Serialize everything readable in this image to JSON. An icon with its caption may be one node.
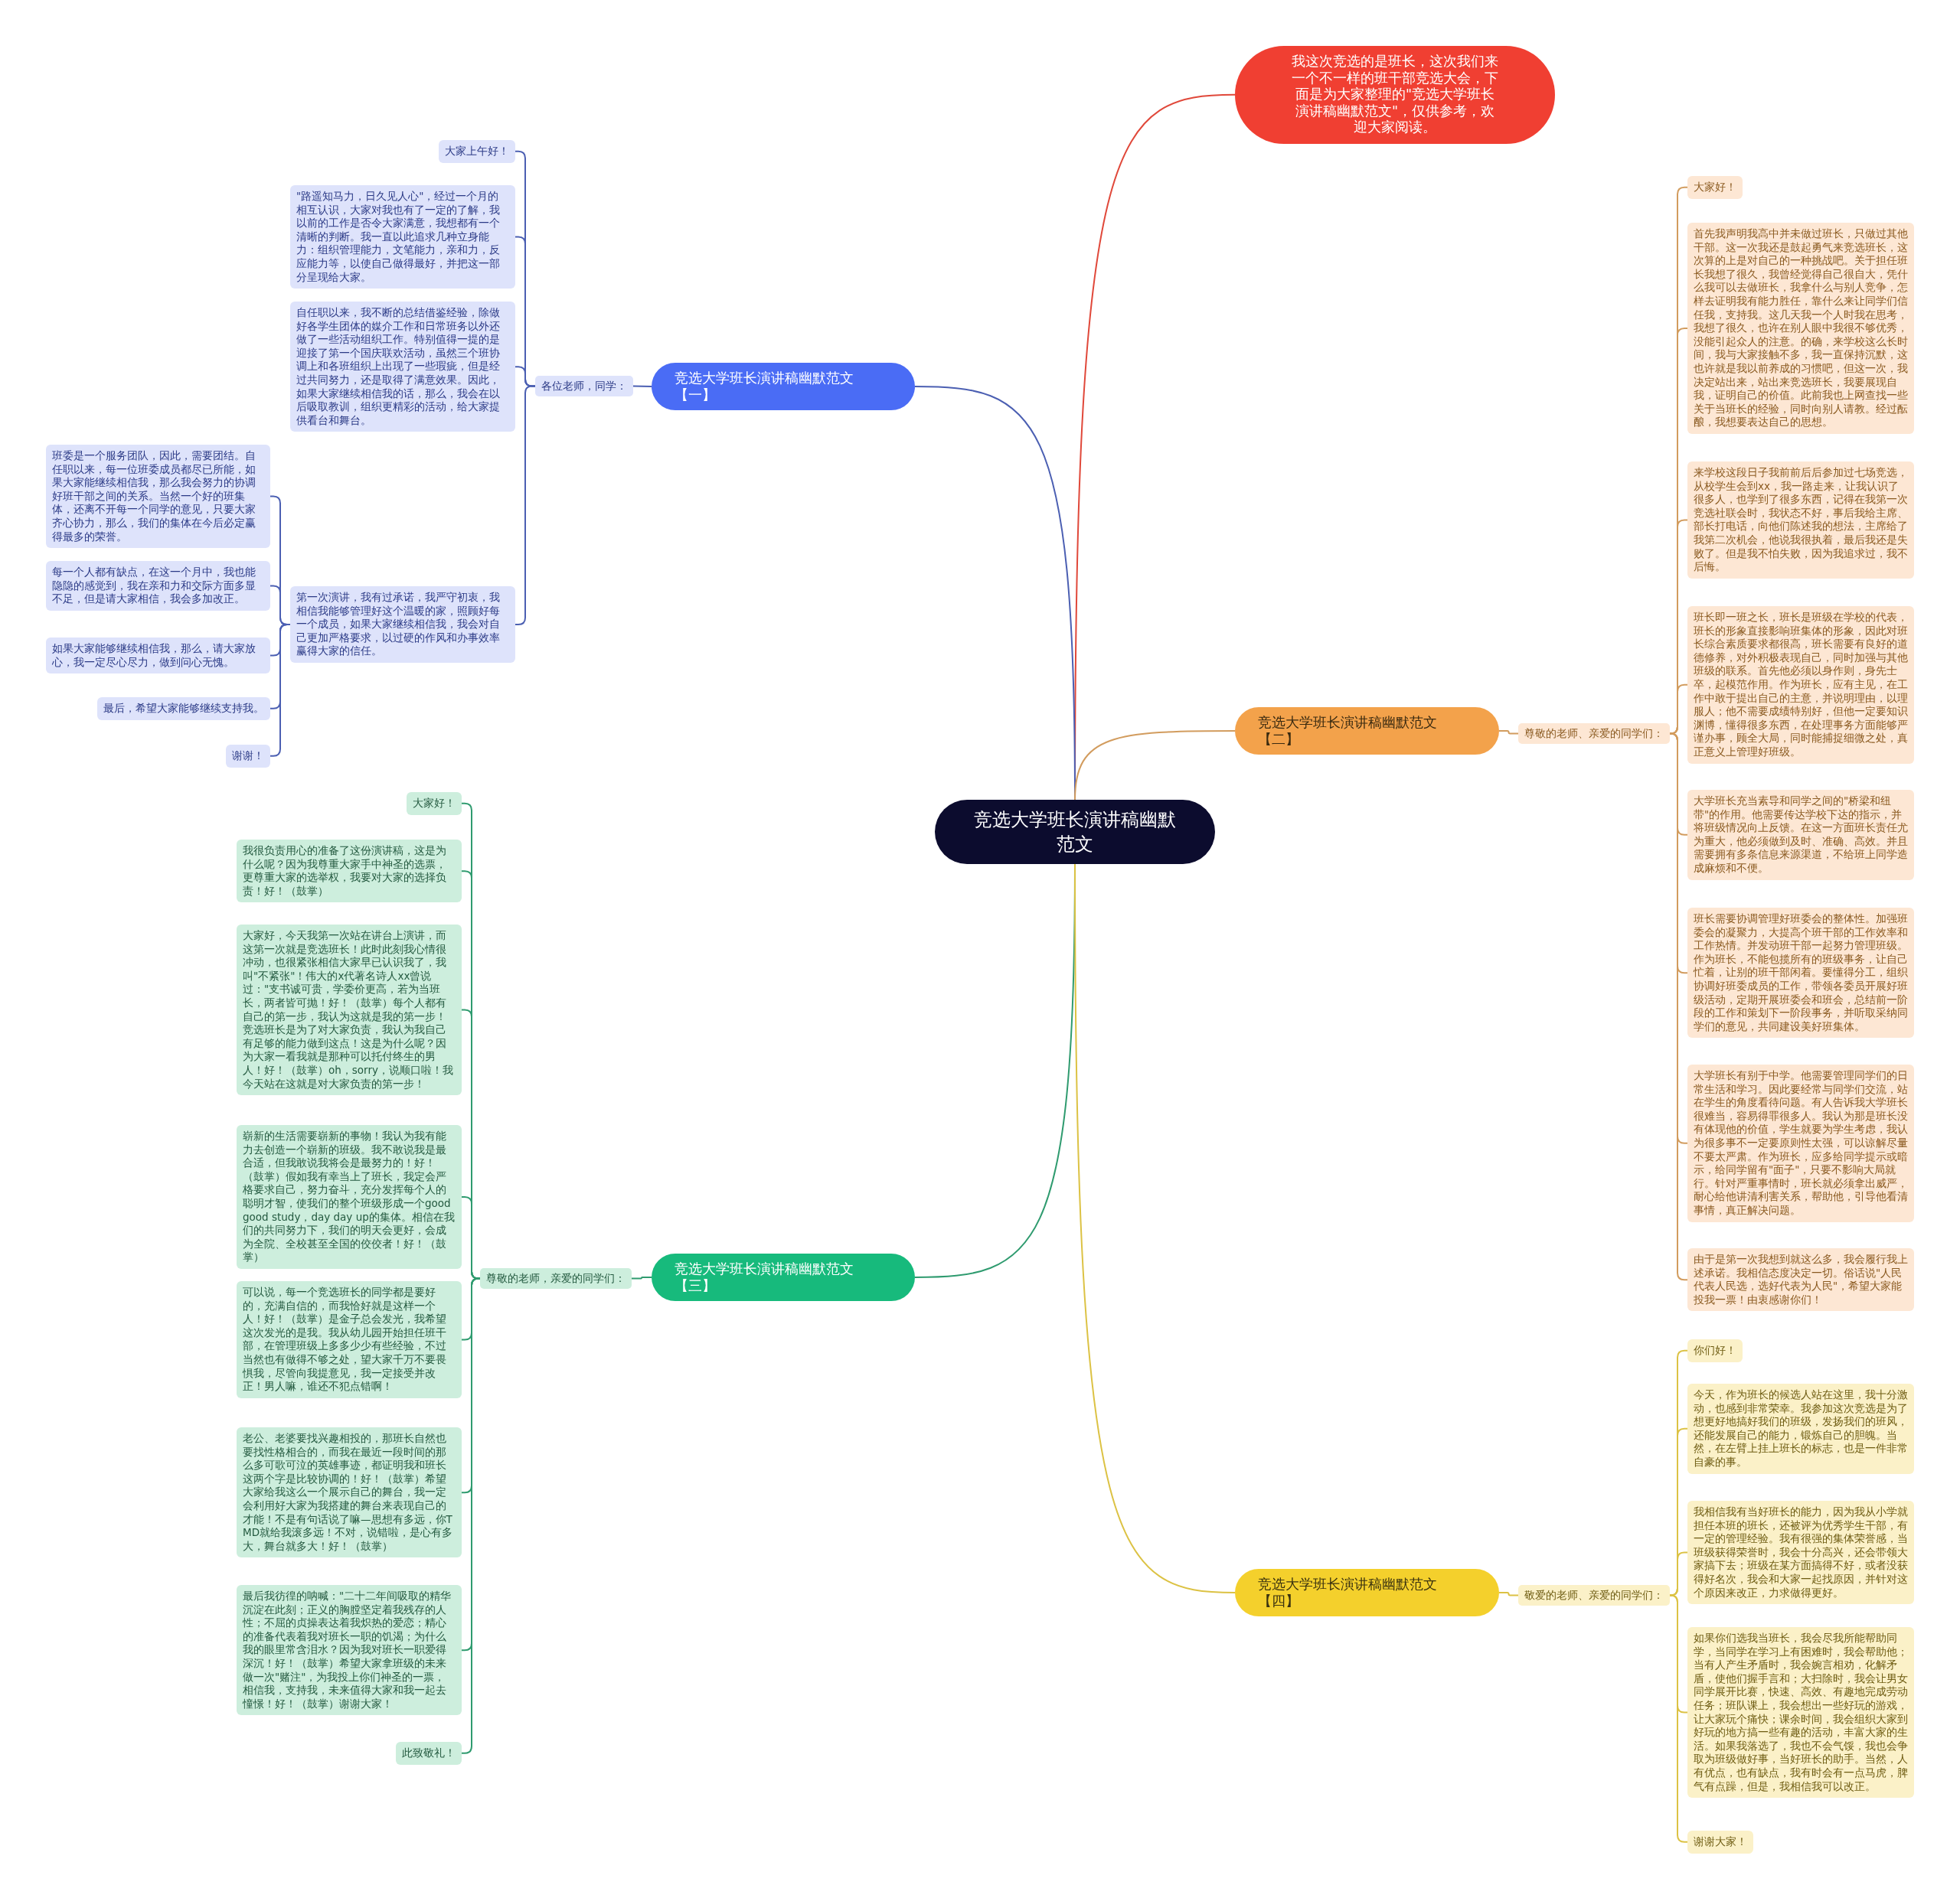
{
  "diagram": {
    "nodes": [
      {
        "text": [
          "竞选大学班长演讲稿幽默范文"
        ]
      },
      {
        "text": [
          "我这次竞选的是班长，这次我们来一个不一样的班干部竞选大会，下面是为大家整理的\"竞选大学班长演讲稿幽默范文\"，仅供参考，欢迎大家阅读。"
        ]
      },
      {
        "text": [
          "竞选大学班长演讲稿幽默范文【一】"
        ]
      },
      {
        "text": [
          "各位老师，同学："
        ]
      },
      {
        "text": [
          "大家上午好！"
        ]
      },
      {
        "text": [
          "\"路遥知马力，日久见人心\"，经过一个月的相互认识，大家对我也有了一定的了解，我以前的工作是否令大家满意，我想都有一个清晰的判断。我一直以此追求几种立身能力：组织管理能力，文笔能力，亲和力，反应能力等，以使自己做得最好，并把这一部分呈现给大家。"
        ]
      },
      {
        "text": [
          "自任职以来，我不断的总结借鉴经验，除做好各学生团体的媒介工作和日常班务以外还做了一些活动组织工作。特别值得一提的是迎接了第一个国庆联欢活动，虽然三个班协调上和各班组织上出现了一些瑕疵，但是经过共同努力，还是取得了满意效果。因此，如果大家继续相信我的话，那么，我会在以后吸取教训，组织更精彩的活动，给大家提供看台和舞台。"
        ]
      },
      {
        "text": [
          "第一次演讲，我有过承诺，我严守初衷，我相信我能够管理好这个温暖的家，照顾好每一个成员，如果大家继续相信我，我会对自己更加严格要求，以过硬的作风和办事效率赢得大家的信任。"
        ]
      },
      {
        "text": [
          "班委是一个服务团队，因此，需要团结。自任职以来，每一位班委成员都尽已所能，如果大家能继续相信我，那么我会努力的协调好班干部之间的关系。当然一个好的班集体，还离不开每一个同学的意见，只要大家齐心协力，那么，我们的集体在今后必定赢得最多的荣誉。"
        ]
      },
      {
        "text": [
          "每一个人都有缺点，在这一个月中，我也能隐隐的感觉到，我在亲和力和交际方面多显不足，但是请大家相信，我会多加改正。"
        ]
      },
      {
        "text": [
          "如果大家能够继续相信我，那么，请大家放心，我一定尽心尽力，做到问心无愧。"
        ]
      },
      {
        "text": [
          "最后，希望大家能够继续支持我。"
        ]
      },
      {
        "text": [
          "谢谢！"
        ]
      },
      {
        "text": [
          "竞选大学班长演讲稿幽默范文【二】"
        ]
      },
      {
        "text": [
          "尊敬的老师、亲爱的同学们："
        ]
      },
      {
        "text": [
          "大家好！"
        ]
      },
      {
        "text": [
          "首先我声明我高中并未做过班长，只做过其他干部。这一次我还是鼓起勇气来竞选班长，这次算的上是对自己的一种挑战吧。关于担任班长我想了很久，我曾经觉得自己很自大，凭什么我可以去做班长，我拿什么与别人竞争，怎样去证明我有能力胜任，靠什么来让同学们信任我，支持我。这几天我一个人时我在思考，我想了很久，也许在别人眼中我很不够优秀，没能引起众人的注意。的确，来学校这么长时间，我与大家接触不多，我一直保持沉默，这也许就是我以前养成的习惯吧，但这一次，我决定站出来，站出来竞选班长，我要展现自我，证明自己的价值。此前我也上网查找一些关于当班长的经验，同时向别人请教。经过酝酿，我想要表达自己的思想。"
        ]
      },
      {
        "text": [
          "来学校这段日子我前前后后参加过七场竞选，从校学生会到xx，我一路走来，让我认识了很多人，也学到了很多东西，记得在我第一次竞选社联会时，我状态不好，事后我给主席、部长打电话，向他们陈述我的想法，主席给了我第二次机会，他说我很执着，最后我还是失败了。但是我不怕失败，因为我追求过，我不后悔。"
        ]
      },
      {
        "text": [
          "班长即一班之长，班长是班级在学校的代表，班长的形象直接影响班集体的形象，因此对班长综合素质要求都很高，班长需要有良好的道德修养，对外积极表现自己，同时加强与其他班级的联系。首先他必须以身作则，身先士卒，起模范作用。作为班长，应有主见，在工作中敢于提出自己的主意，并说明理由，以理服人；他不需要成绩特别好，但他一定要知识渊博，懂得很多东西，在处理事务方面能够严谨办事，顾全大局，同时能捕捉细微之处，真正意义上管理好班级。"
        ]
      },
      {
        "text": [
          "大学班长充当素导和同学之间的\"桥梁和纽带\"的作用。他需要传达学校下达的指示，并将班级情况向上反馈。在这一方面班长责任尤为重大，他必须做到及时、准确、高效。并且需要拥有多条信息来源渠道，不给班上同学造成麻烦和不便。"
        ]
      },
      {
        "text": [
          "班长需要协调管理好班委会的整体性。加强班委会的凝聚力，大提高个班干部的工作效率和工作热情。并发动班干部一起努力管理班级。作为班长，不能包揽所有的班级事务，让自己忙着，让别的班干部闲着。要懂得分工，组织协调好班委成员的工作，带领各委员开展好班级活动，定期开展班委会和班会，总结前一阶段的工作和策划下一阶段事务，并听取采纳同学们的意见，共同建设美好班集体。"
        ]
      },
      {
        "text": [
          "大学班长有别于中学。他需要管理同学们的日常生活和学习。因此要经常与同学们交流，站在学生的角度看待问题。有人告诉我大学班长很难当，容易得罪很多人。我认为那是班长没有体现他的价值，学生就要为学生考虑，我认为很多事不一定要原则性太强，可以谅解尽量不要太严肃。作为班长，应多给同学提示或暗示，给同学留有\"面子\"，只要不影响大局就行。针对严重事情时，班长就必须拿出威严，耐心给他讲清利害关系，帮助他，引导他看清事情，真正解决问题。"
        ]
      },
      {
        "text": [
          "由于是第一次我想到就这么多，我会履行我上述承诺。我相信态度决定一切。俗话说\"人民代表人民选，选好代表为人民\"，希望大家能投我一票！由衷感谢你们！"
        ]
      },
      {
        "text": [
          "竞选大学班长演讲稿幽默范文【三】"
        ]
      },
      {
        "text": [
          "尊敬的老师，亲爱的同学们："
        ]
      },
      {
        "text": [
          "大家好！"
        ]
      },
      {
        "text": [
          "我很负责用心的准备了这份演讲稿，这是为什么呢？因为我尊重大家手中神圣的选票，更尊重大家的选举权，我要对大家的选择负责！好！（鼓掌）"
        ]
      },
      {
        "text": [
          "大家好，今天我第一次站在讲台上演讲，而这第一次就是竞选班长！此时此刻我心情很冲动，也很紧张相信大家早已认识我了，我叫\"不紧张\"！伟大的x代著名诗人xx曾说过：\"支书诚可贵，学委价更高，若为当班长，两者皆可抛！好！（鼓掌）每个人都有自己的第一步，我认为这就是我的第一步！竞选班长是为了对大家负责，我认为我自己有足够的能力做到这点！这是为什么呢？因为大家一看我就是那种可以托付终生的男人！好！（鼓掌）oh，sorry，说顺口啦！我今天站在这就是对大家负责的第一步！"
        ]
      },
      {
        "text": [
          "崭新的生活需要崭新的事物！我认为我有能力去创造一个崭新的班级。我不敢说我是最合适，但我敢说我将会是最努力的！好！（鼓掌）假如我有幸当上了班长，我定会严格要求自己，努力奋斗，充分发挥每个人的聪明才智，使我们的整个班级形成一个good good study，day day up的集体。相信在我们的共同努力下，我们的明天会更好，会成为全院、全校甚至全国的佼佼者！好！（鼓掌）"
        ]
      },
      {
        "text": [
          "可以说，每一个竞选班长的同学都是要好的，充满自信的，而我恰好就是这样一个人！好！（鼓掌）是金子总会发光，我希望这次发光的是我。我从幼儿园开始担任班干部，在管理班级上多多少少有些经验，不过当然也有做得不够之处，望大家千万不要畏惧我，尽管向我提意见，我一定接受并改正！男人嘛，谁还不犯点错啊！"
        ]
      },
      {
        "text": [
          "老公、老婆要找兴趣相投的，那班长自然也要找性格相合的，而我在最近一段时间的那么多可歌可泣的英雄事迹，都证明我和班长这两个字是比较协调的！好！（鼓掌）希望大家给我这么一个展示自己的舞台，我一定会利用好大家为我搭建的舞台来表现自己的才能！不是有句话说了嘛—思想有多远，你TMD就给我滚多远！不对，说错啦，是心有多大，舞台就多大！好！（鼓掌）"
        ]
      },
      {
        "text": [
          "最后我彷徨的呐喊：\"二十二年间吸取的精华沉淀在此刻；正义的胸膛坚定着我残存的人性；不屈的贞操表达着我炽热的爱恋；精心的准备代表着我对班长一职的饥渴；为什么我的眼里常含泪水？因为我对班长一职爱得深沉！好！（鼓掌）希望大家拿班级的未来做一次\"赌注\"，为我投上你们神圣的一票，相信我，支持我，未来值得大家和我一起去憧憬！好！（鼓掌）谢谢大家！"
        ]
      },
      {
        "text": [
          "此致敬礼！"
        ]
      },
      {
        "text": [
          "竞选大学班长演讲稿幽默范文【四】"
        ]
      },
      {
        "text": [
          "敬爱的老师、亲爱的同学们："
        ]
      },
      {
        "text": [
          "你们好！"
        ]
      },
      {
        "text": [
          "今天，作为班长的候选人站在这里，我十分激动，也感到非常荣幸。我参加这次竞选是为了想更好地搞好我们的班级，发扬我们的班风，还能发展自己的能力，锻炼自己的胆魄。当然，在左臂上挂上班长的标志，也是一件非常自豪的事。"
        ]
      },
      {
        "text": [
          "我相信我有当好班长的能力，因为我从小学就担任本班的班长，还被评为优秀学生干部，有一定的管理经验。我有很强的集体荣誉感，当班级获得荣誉时，我会十分高兴，还会带领大家搞下去；班级在某方面搞得不好，或者没获得好名次，我会和大家一起找原因，并针对这个原因来改正，力求做得更好。"
        ]
      },
      {
        "text": [
          "如果你们选我当班长，我会尽我所能帮助同学，当同学在学习上有困难时，我会帮助他；当有人产生矛盾时，我会婉言相劝，化解矛盾，使他们握手言和；大扫除时，我会让男女同学展开比赛，快速、高效、有趣地完成劳动任务；班队课上，我会想出一些好玩的游戏，让大家玩个痛快；课余时间，我会组织大家到好玩的地方搞一些有趣的活动，丰富大家的生活。如果我落选了，我也不会气馁，我也会争取为班级做好事，当好班长的助手。当然，人有优点，也有缺点，我有时会有一点马虎，脾气有点躁，但是，我相信我可以改正。"
        ]
      },
      {
        "text": [
          "谢谢大家！"
        ]
      }
    ],
    "edges": [
      {
        "from": 0,
        "to": 1,
        "arrow": "none",
        "color": "#e0483a"
      },
      {
        "from": 0,
        "to": 2,
        "arrow": "none",
        "color": "#4b5fb2"
      },
      {
        "from": 2,
        "to": 3,
        "arrow": "none",
        "color": "#4b5fb2"
      },
      {
        "from": 3,
        "to": 4,
        "arrow": "none",
        "color": "#4b5fb2"
      },
      {
        "from": 3,
        "to": 5,
        "arrow": "none",
        "color": "#4b5fb2"
      },
      {
        "from": 3,
        "to": 6,
        "arrow": "none",
        "color": "#4b5fb2"
      },
      {
        "from": 3,
        "to": 7,
        "arrow": "none",
        "color": "#4b5fb2"
      },
      {
        "from": 7,
        "to": 8,
        "arrow": "none",
        "color": "#4b5fb2"
      },
      {
        "from": 7,
        "to": 9,
        "arrow": "none",
        "color": "#4b5fb2"
      },
      {
        "from": 7,
        "to": 10,
        "arrow": "none",
        "color": "#4b5fb2"
      },
      {
        "from": 7,
        "to": 11,
        "arrow": "none",
        "color": "#4b5fb2"
      },
      {
        "from": 7,
        "to": 12,
        "arrow": "none",
        "color": "#4b5fb2"
      },
      {
        "from": 0,
        "to": 13,
        "arrow": "none",
        "color": "#d29c5e"
      },
      {
        "from": 13,
        "to": 14,
        "arrow": "none",
        "color": "#d29c5e"
      },
      {
        "from": 14,
        "to": 15,
        "arrow": "none",
        "color": "#d29c5e"
      },
      {
        "from": 14,
        "to": 16,
        "arrow": "none",
        "color": "#d29c5e"
      },
      {
        "from": 14,
        "to": 17,
        "arrow": "none",
        "color": "#d29c5e"
      },
      {
        "from": 14,
        "to": 18,
        "arrow": "none",
        "color": "#d29c5e"
      },
      {
        "from": 14,
        "to": 19,
        "arrow": "none",
        "color": "#d29c5e"
      },
      {
        "from": 14,
        "to": 20,
        "arrow": "none",
        "color": "#d29c5e"
      },
      {
        "from": 14,
        "to": 21,
        "arrow": "none",
        "color": "#d29c5e"
      },
      {
        "from": 14,
        "to": 22,
        "arrow": "none",
        "color": "#d29c5e"
      },
      {
        "from": 0,
        "to": 23,
        "arrow": "none",
        "color": "#2f9b6f"
      },
      {
        "from": 23,
        "to": 24,
        "arrow": "none",
        "color": "#2f9b6f"
      },
      {
        "from": 24,
        "to": 25,
        "arrow": "none",
        "color": "#2f9b6f"
      },
      {
        "from": 24,
        "to": 26,
        "arrow": "none",
        "color": "#2f9b6f"
      },
      {
        "from": 24,
        "to": 27,
        "arrow": "none",
        "color": "#2f9b6f"
      },
      {
        "from": 24,
        "to": 28,
        "arrow": "none",
        "color": "#2f9b6f"
      },
      {
        "from": 24,
        "to": 29,
        "arrow": "none",
        "color": "#2f9b6f"
      },
      {
        "from": 24,
        "to": 30,
        "arrow": "none",
        "color": "#2f9b6f"
      },
      {
        "from": 24,
        "to": 31,
        "arrow": "none",
        "color": "#2f9b6f"
      },
      {
        "from": 24,
        "to": 32,
        "arrow": "none",
        "color": "#2f9b6f"
      },
      {
        "from": 0,
        "to": 33,
        "arrow": "none",
        "color": "#dcc244"
      },
      {
        "from": 33,
        "to": 34,
        "arrow": "none",
        "color": "#dcc244"
      },
      {
        "from": 34,
        "to": 35,
        "arrow": "none",
        "color": "#dcc244"
      },
      {
        "from": 34,
        "to": 36,
        "arrow": "none",
        "color": "#dcc244"
      },
      {
        "from": 34,
        "to": 37,
        "arrow": "none",
        "color": "#dcc244"
      },
      {
        "from": 34,
        "to": 38,
        "arrow": "none",
        "color": "#dcc244"
      },
      {
        "from": 34,
        "to": 39,
        "arrow": "none",
        "color": "#dcc244"
      }
    ]
  }
}
